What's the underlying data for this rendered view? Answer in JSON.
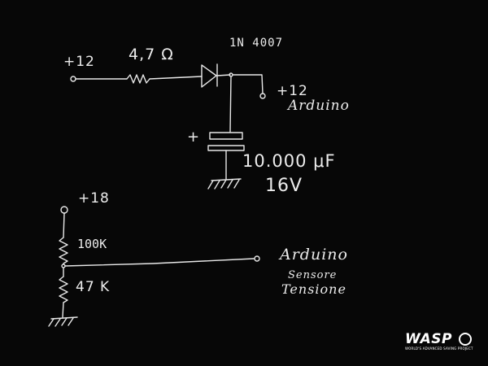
{
  "top_circuit": {
    "input_label": "+12",
    "resistor_label": "4,7 Ω",
    "diode_label": "1N 4007",
    "output_label": "+12",
    "output_target": "Arduino",
    "capacitor_polarity": "+",
    "capacitor_value": "10.000 μF",
    "capacitor_voltage": "16V"
  },
  "bottom_circuit": {
    "input_label": "+18",
    "resistor_top_label": "100K",
    "resistor_bottom_label": "47 K",
    "output_target": "Arduino",
    "output_line1": "Sensore",
    "output_line2": "Tensione"
  },
  "logo": {
    "wordmark": "WASP",
    "tagline": "WORLD'S ADVANCED SAVING PROJECT"
  },
  "colors": {
    "background": "#070707",
    "ink": "#e8e8e8"
  }
}
